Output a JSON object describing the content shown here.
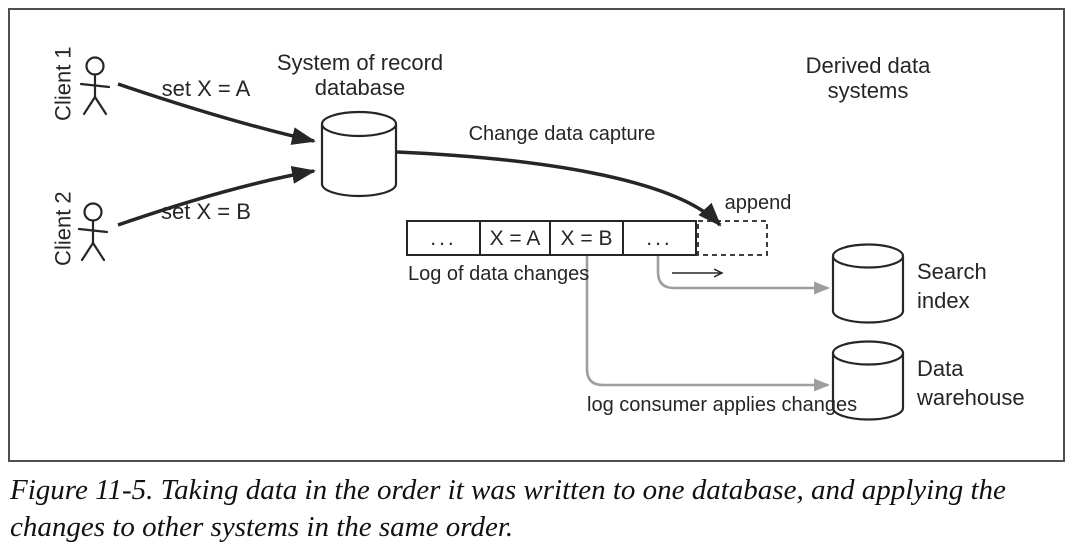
{
  "clients": {
    "client1": "Client 1",
    "client2": "Client 2"
  },
  "operations": {
    "set_a": "set X = A",
    "set_b": "set X = B"
  },
  "nodes": {
    "system_of_record": "System of record\ndatabase",
    "derived_systems": "Derived data\nsystems",
    "search_index": "Search\nindex",
    "data_warehouse": "Data\nwarehouse"
  },
  "labels": {
    "cdc": "Change data capture",
    "append": "append",
    "log_of_changes": "Log of data changes",
    "log_consumer": "log consumer applies changes"
  },
  "log": {
    "cells": [
      "...",
      "X = A",
      "X = B",
      "..."
    ]
  },
  "caption": "Figure 11-5. Taking data in the order it was written to one database, and applying the\nchanges to other systems in the same order.",
  "colors": {
    "ink": "#262626",
    "gray_arrow": "#9e9e9e",
    "frame_border": "#4f4f4f"
  }
}
